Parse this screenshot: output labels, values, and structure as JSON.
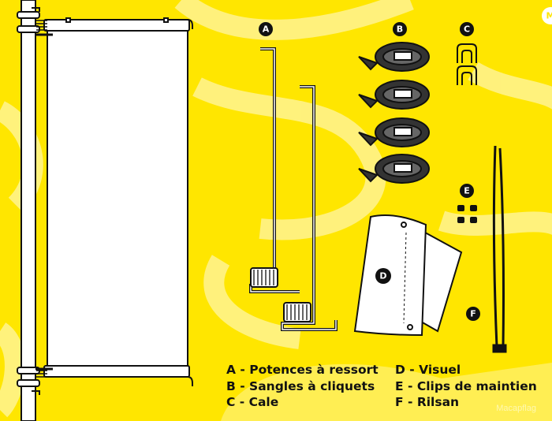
{
  "items": [
    {
      "letter": "A",
      "label": "A - Potences à ressort"
    },
    {
      "letter": "B",
      "label": "B - Sangles à cliquets"
    },
    {
      "letter": "C",
      "label": "C - Cale"
    },
    {
      "letter": "D",
      "label": "D - Visuel"
    },
    {
      "letter": "E",
      "label": "E - Clips de maintien"
    },
    {
      "letter": "F",
      "label": "F - Rilsan"
    }
  ],
  "brand": "Macapflag",
  "logo_letter": "M",
  "colors": {
    "background": "#FFE600",
    "swirl": "#FFF38A",
    "ink": "#111111"
  }
}
